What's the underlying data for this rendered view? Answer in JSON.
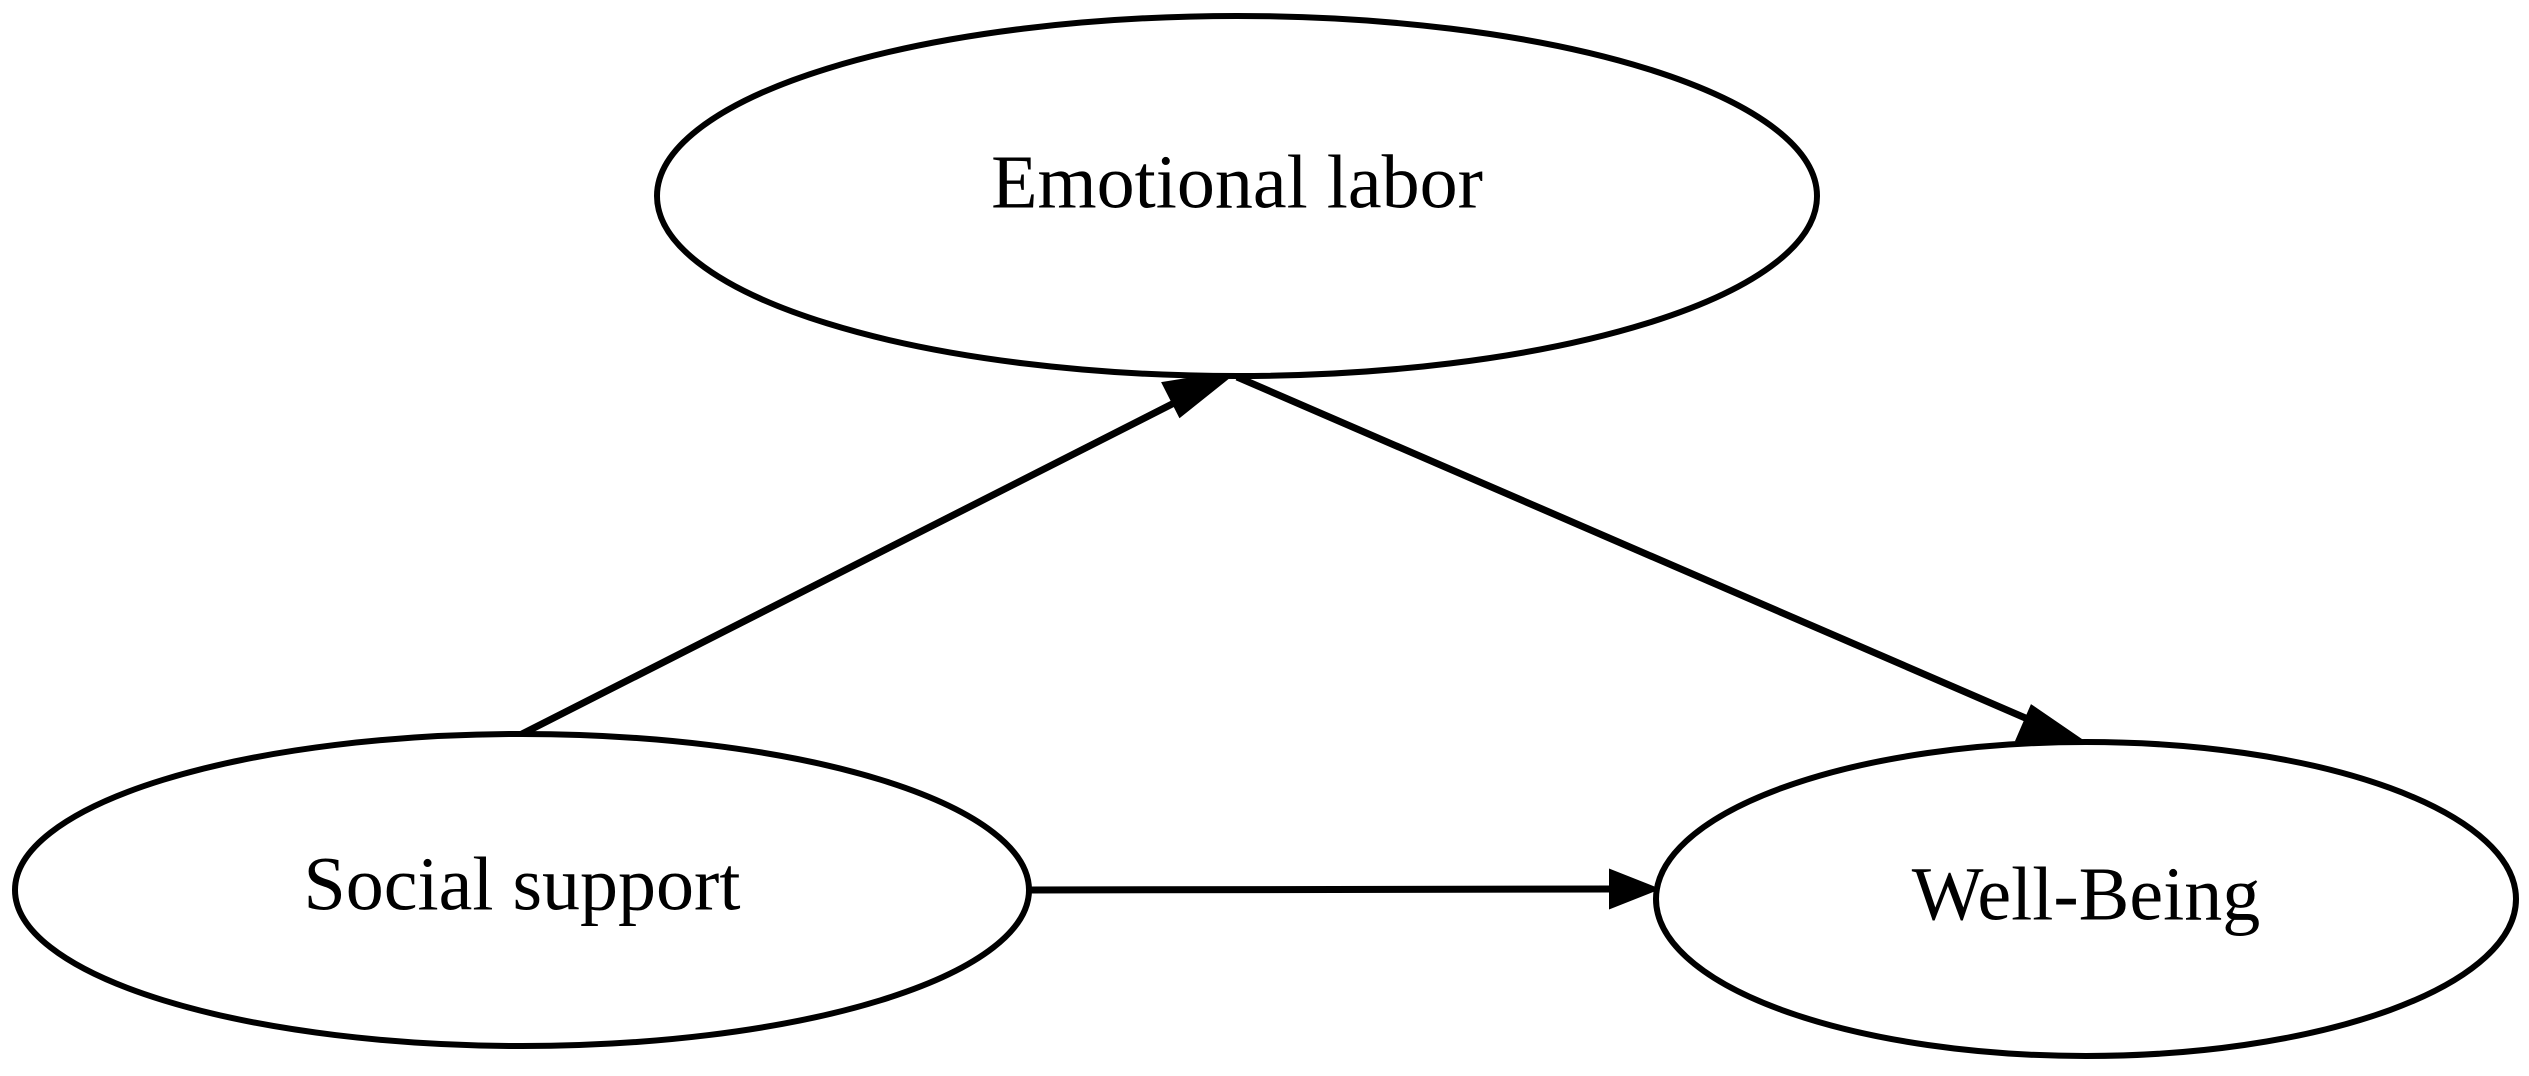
{
  "diagram": {
    "nodes": {
      "emotional_labor": {
        "label": "Emotional labor"
      },
      "social_support": {
        "label": "Social support"
      },
      "well_being": {
        "label": "Well-Being"
      }
    },
    "edges": [
      {
        "from": "Social support",
        "to": "Emotional labor"
      },
      {
        "from": "Emotional labor",
        "to": "Well-Being"
      },
      {
        "from": "Social support",
        "to": "Well-Being"
      }
    ],
    "colors": {
      "stroke": "#000000",
      "background": "#ffffff"
    }
  }
}
